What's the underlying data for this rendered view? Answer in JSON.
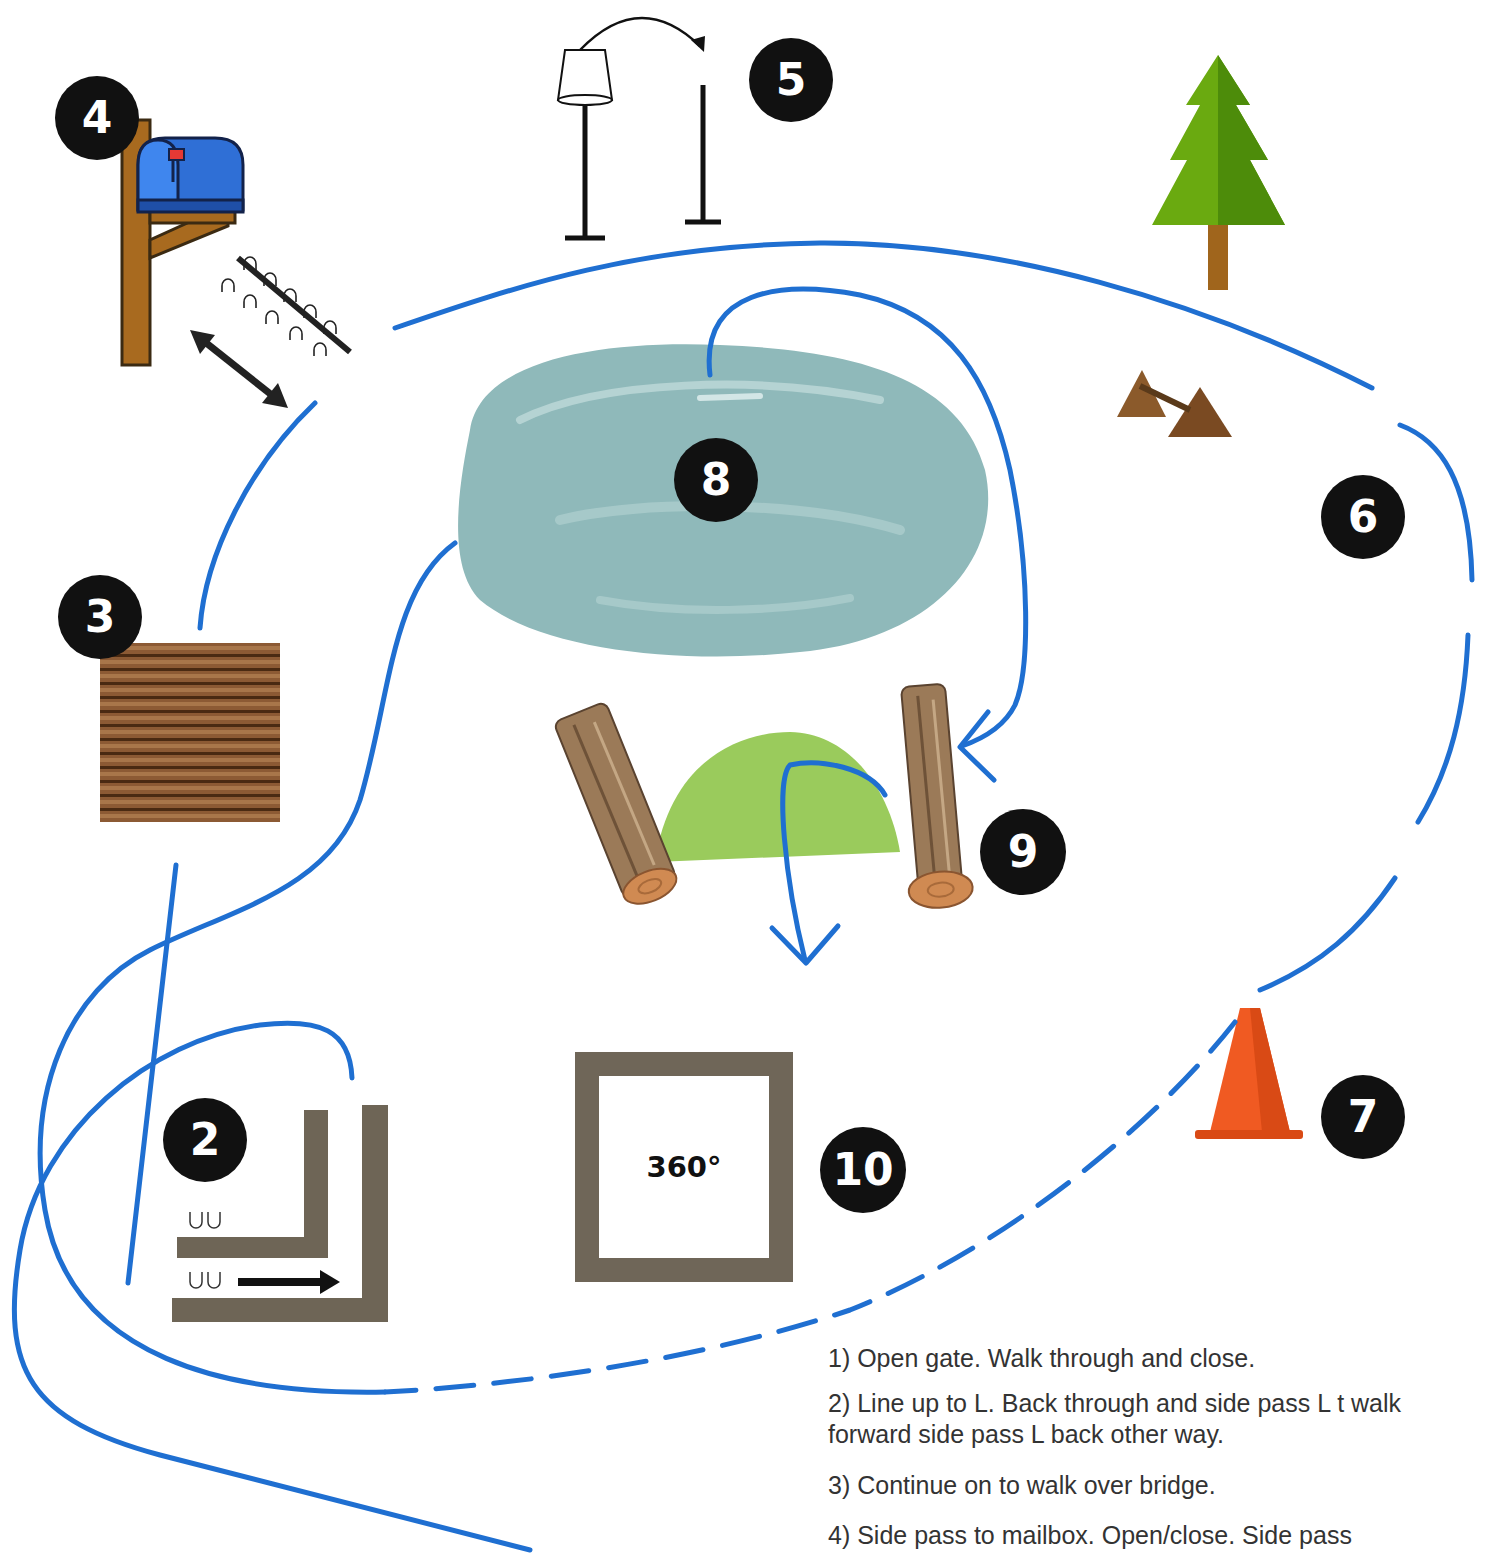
{
  "diagram": {
    "nodes": [
      {
        "text": [
          "2"
        ]
      },
      {
        "text": [
          "3"
        ]
      },
      {
        "text": [
          "4"
        ]
      },
      {
        "text": [
          "5"
        ]
      },
      {
        "text": [
          "6"
        ]
      },
      {
        "text": [
          "7"
        ]
      },
      {
        "text": [
          "8"
        ]
      },
      {
        "text": [
          "9"
        ]
      },
      {
        "text": [
          "360°"
        ]
      },
      {
        "text": [
          "10"
        ]
      }
    ],
    "labels": [
      "1) Open gate. Walk through and close.",
      "2) Line up to L. Back through and side pass L t walk forward side pass L back other way.",
      "3) Continue on to walk over bridge.",
      "4) Side pass to mailbox. Open/close. Side pass"
    ]
  }
}
